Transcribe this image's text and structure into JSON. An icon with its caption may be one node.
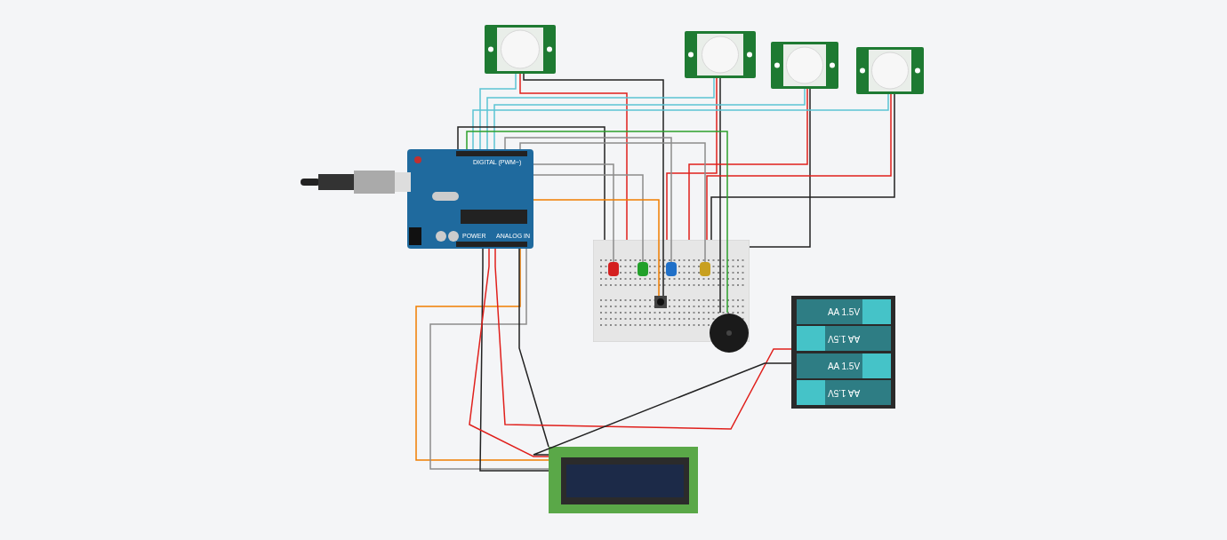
{
  "diagram": {
    "nodes": [
      {
        "text": [],
        "shape": "picture"
      },
      {
        "text": [],
        "shape": "picture"
      },
      {
        "text": [],
        "shape": "picture"
      },
      {
        "text": [],
        "shape": "picture"
      },
      {
        "text": [
          "DIGITAL (PWM~)",
          "POWER",
          "ANALOG IN"
        ]
      },
      {
        "text": [],
        "shape": "picture"
      },
      {
        "text": [],
        "shape": "box",
        "in": 5
      },
      {
        "text": [],
        "shape": "box",
        "in": 5
      },
      {
        "text": [],
        "shape": "box",
        "in": 5
      },
      {
        "text": [],
        "shape": "box",
        "in": 5
      },
      {
        "text": [],
        "shape": "picture",
        "in": 5
      },
      {
        "text": [],
        "shape": "picture"
      },
      {
        "text": [],
        "shape": "picture"
      },
      {
        "text": [
          "AA 1.5V"
        ],
        "in": 12
      },
      {
        "text": [
          "AA 1.5V"
        ],
        "in": 12
      },
      {
        "text": [
          "AA 1.5V"
        ],
        "in": 12
      },
      {
        "text": [
          "AA 1.5V"
        ],
        "in": 12
      },
      {
        "text": [],
        "shape": "picture"
      }
    ],
    "edges": [
      {
        "from": 0,
        "to": 4,
        "arrow": "none",
        "color": "#5bc4d4"
      },
      {
        "from": 0,
        "to": 5,
        "arrow": "none",
        "color": "#e0201c"
      },
      {
        "from": 0,
        "to": 10,
        "arrow": "none",
        "color": "#222222"
      },
      {
        "from": 1,
        "to": 4,
        "arrow": "none",
        "color": "#5bc4d4"
      },
      {
        "from": 1,
        "to": 5,
        "arrow": "none",
        "color": "#e0201c"
      },
      {
        "from": 1,
        "to": 11,
        "arrow": "none",
        "color": "#222222"
      },
      {
        "from": 2,
        "to": 4,
        "arrow": "none",
        "color": "#5bc4d4"
      },
      {
        "from": 2,
        "to": 5,
        "arrow": "none",
        "color": "#e0201c"
      },
      {
        "from": 2,
        "to": 5,
        "arrow": "none",
        "color": "#222222"
      },
      {
        "from": 3,
        "to": 4,
        "arrow": "none",
        "color": "#5bc4d4"
      },
      {
        "from": 3,
        "to": 5,
        "arrow": "none",
        "color": "#e0201c"
      },
      {
        "from": 3,
        "to": 5,
        "arrow": "none",
        "color": "#222222"
      },
      {
        "from": 4,
        "to": 5,
        "arrow": "none",
        "color": "#222222"
      },
      {
        "from": 4,
        "to": 6,
        "arrow": "none",
        "color": "#8c8c8c"
      },
      {
        "from": 4,
        "to": 7,
        "arrow": "none",
        "color": "#8c8c8c"
      },
      {
        "from": 4,
        "to": 8,
        "arrow": "none",
        "color": "#8c8c8c"
      },
      {
        "from": 4,
        "to": 9,
        "arrow": "none",
        "color": "#8c8c8c"
      },
      {
        "from": 4,
        "to": 11,
        "arrow": "none",
        "color": "#2ca02c"
      },
      {
        "from": 4,
        "to": 10,
        "arrow": "none",
        "color": "#f07d00"
      },
      {
        "from": 4,
        "to": 17,
        "arrow": "none",
        "color": "#f07d00"
      },
      {
        "from": 4,
        "to": 17,
        "arrow": "none",
        "color": "#8c8c8c"
      },
      {
        "from": 4,
        "to": 17,
        "arrow": "none",
        "color": "#222222"
      },
      {
        "from": 4,
        "to": 17,
        "arrow": "none",
        "color": "#e0201c"
      },
      {
        "from": 4,
        "to": 17,
        "arrow": "none",
        "color": "#222222"
      },
      {
        "from": 12,
        "to": 4,
        "arrow": "none",
        "color": "#e0201c"
      },
      {
        "from": 12,
        "to": 17,
        "arrow": "none",
        "color": "#222222"
      }
    ]
  }
}
